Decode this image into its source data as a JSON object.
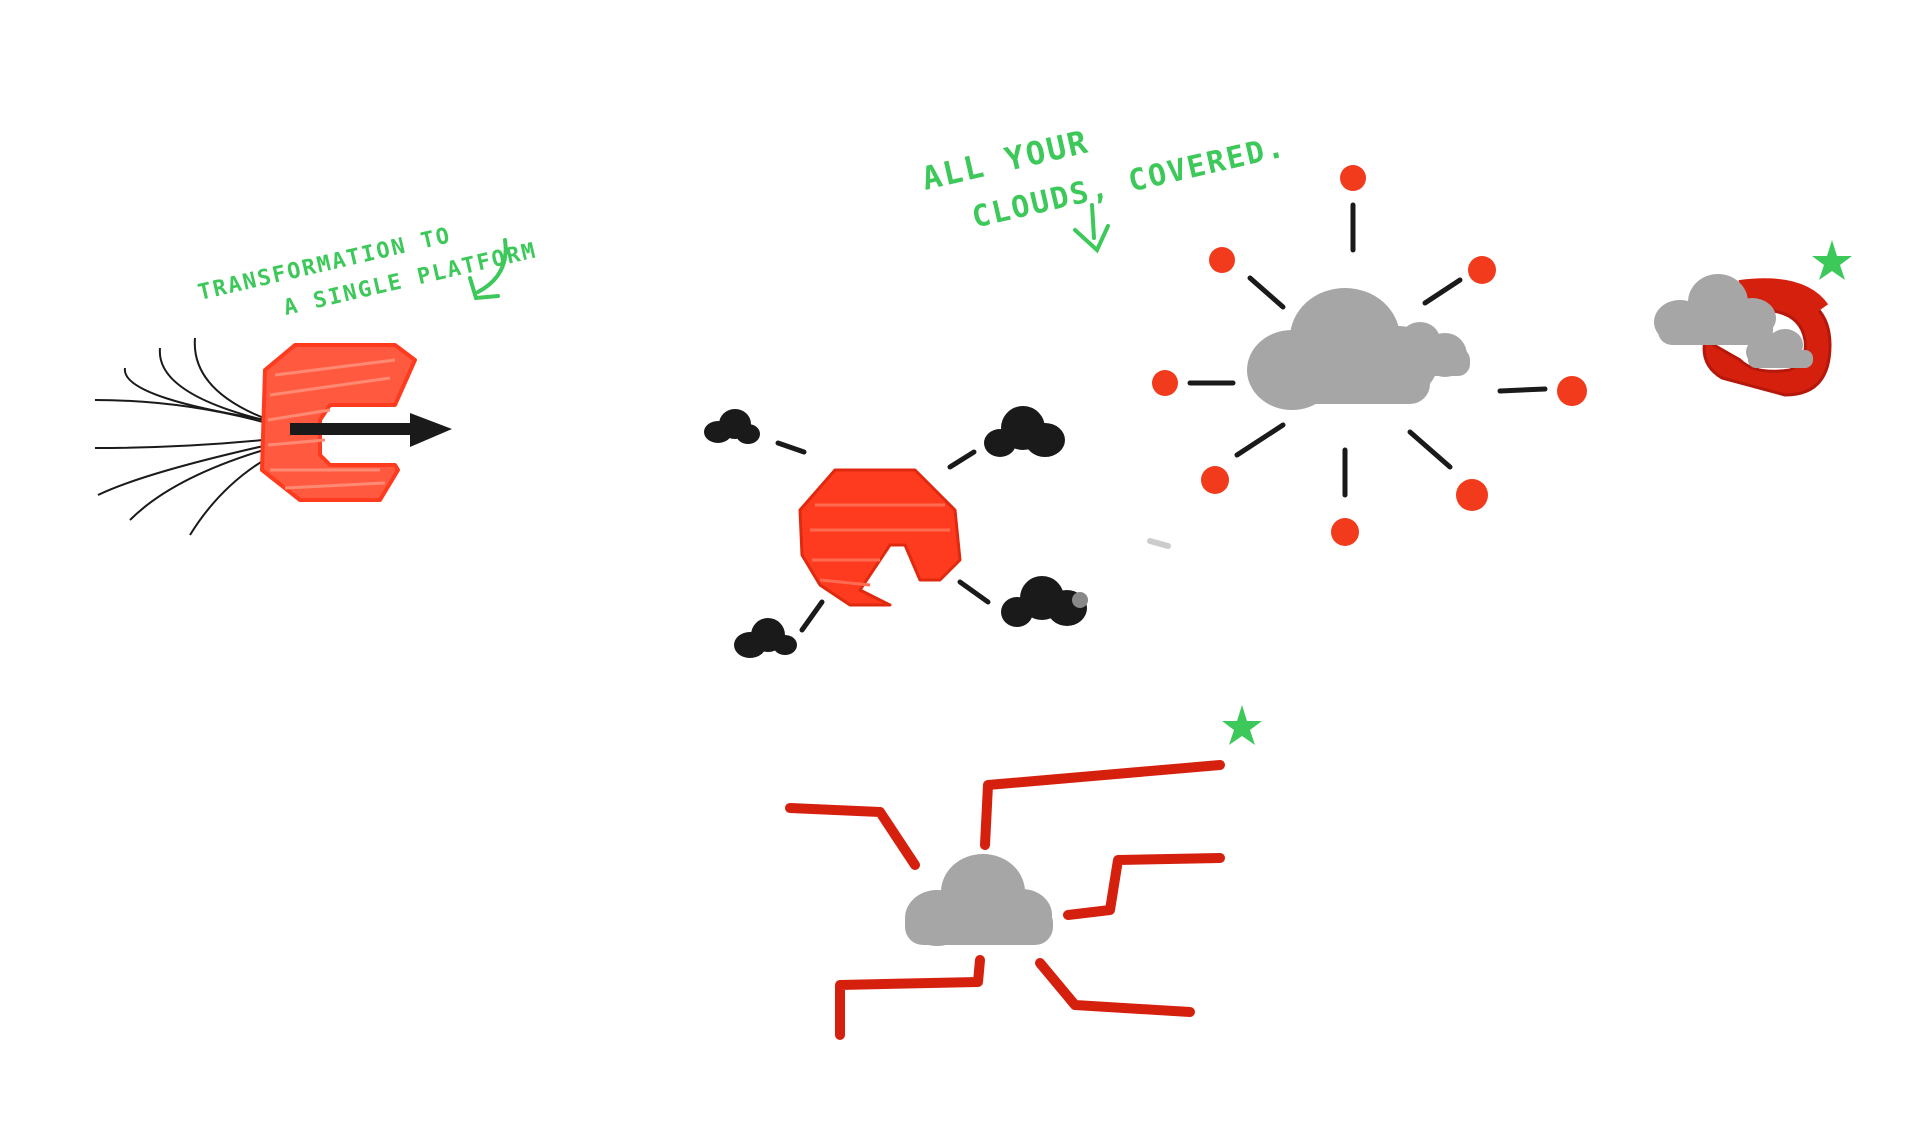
{
  "annotations": {
    "transformation_line1": "TRANSFORMATION TO",
    "transformation_line2": "A SINGLE PLATFORM",
    "clouds_line1": "ALL YOUR",
    "clouds_line2": "CLOUDS, COVERED."
  },
  "colors": {
    "note_green": "#3dc85a",
    "brand_red": "#ff3b1f",
    "dark_red": "#d6200e",
    "cloud_grey": "#a6a6a6",
    "ink_black": "#1a1a1a"
  },
  "icons": [
    "transformation-c-logo-sketch",
    "arrow-icon",
    "hub-logo-sketch",
    "black-cloud-icon",
    "grey-cloud-icon",
    "red-dot-icon",
    "star-icon",
    "logo-with-clouds-sketch",
    "red-lines-diagram"
  ]
}
